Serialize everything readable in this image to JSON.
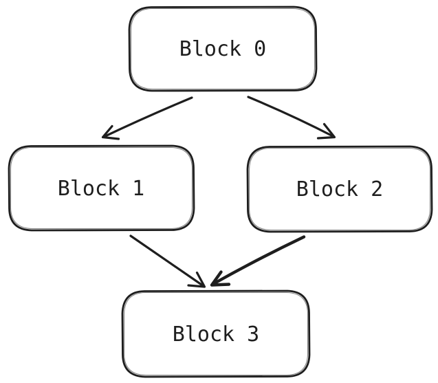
{
  "diagram": {
    "type": "flowchart",
    "background_color": "#ffffff",
    "stroke_color": "#1e1e1e",
    "node_fill_color": "#ffffff",
    "nodes": [
      {
        "id": "block-0",
        "label": "Block 0"
      },
      {
        "id": "block-1",
        "label": "Block 1"
      },
      {
        "id": "block-2",
        "label": "Block 2"
      },
      {
        "id": "block-3",
        "label": "Block 3"
      }
    ],
    "edges": [
      {
        "from": "block-0",
        "to": "block-1",
        "arrowhead": "end"
      },
      {
        "from": "block-0",
        "to": "block-2",
        "arrowhead": "end"
      },
      {
        "from": "block-1",
        "to": "block-3",
        "arrowhead": "end"
      },
      {
        "from": "block-2",
        "to": "block-3",
        "arrowhead": "end"
      }
    ]
  }
}
